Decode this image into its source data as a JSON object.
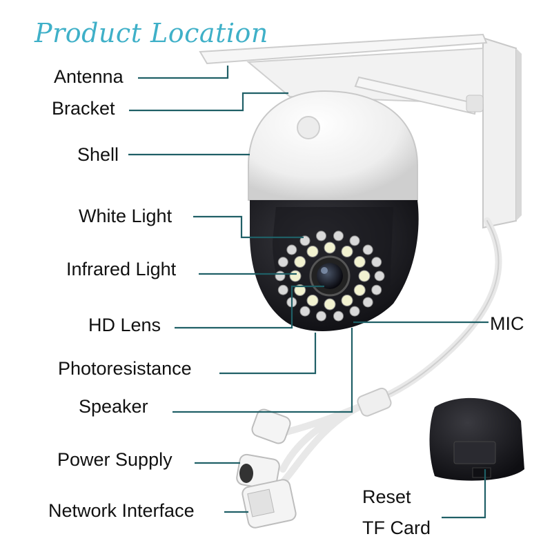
{
  "title": "Product Location",
  "labels": {
    "antenna": "Antenna",
    "bracket": "Bracket",
    "shell": "Shell",
    "white_light": "White Light",
    "infrared_light": "Infrared Light",
    "hd_lens": "HD Lens",
    "mic": "MIC",
    "photoresistance": "Photoresistance",
    "speaker": "Speaker",
    "power_supply": "Power Supply",
    "network_interface": "Network Interface",
    "reset": "Reset",
    "tf_card": "TF Card"
  },
  "colors": {
    "title": "#3fb0c8",
    "leader_line": "#1f5f66",
    "shell_white": "#f4f4f4",
    "housing_black": "#1b1b1f"
  }
}
